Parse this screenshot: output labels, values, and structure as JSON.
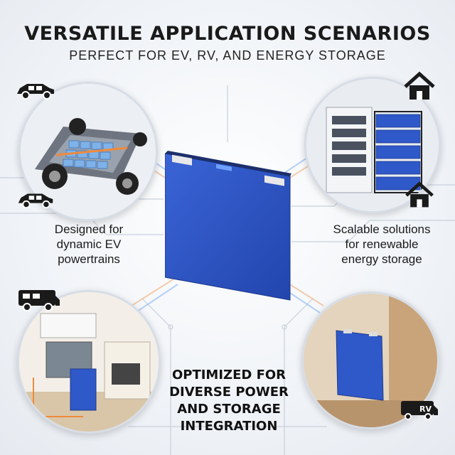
{
  "header": {
    "title": "VERSATILE APPLICATION SCENARIOS",
    "subtitle": "PERFECT FOR EV, RV, AND ENERGY STORAGE"
  },
  "captions": {
    "ev": [
      "Designed for",
      "dynamic EV",
      "powertrains"
    ],
    "storage": [
      "Scalable solutions",
      "for renewable",
      "energy storage"
    ],
    "center": [
      "OPTIMIZED FOR",
      "DIVERSE POWER",
      "AND STORAGE",
      "INTEGRATION"
    ]
  },
  "badges": {
    "rv": "RV"
  },
  "icons": [
    "car-icon",
    "house-icon",
    "rv-icon"
  ],
  "colors": {
    "cell_blue": "#2f58c9",
    "accent_orange": "#f08a3c"
  }
}
